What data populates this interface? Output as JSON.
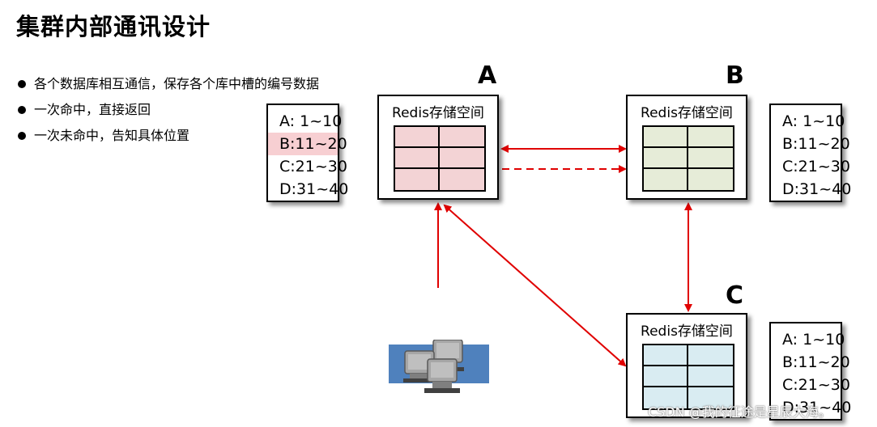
{
  "title": "集群内部通讯设计",
  "bullets": [
    "各个数据库相互通信，保存各个库中槽的编号数据",
    "一次命中，直接返回",
    "一次未命中，告知具体位置"
  ],
  "nodes": [
    {
      "letter": "A",
      "label": "Redis存储空间",
      "fill": "#f3d3d5"
    },
    {
      "letter": "B",
      "label": "Redis存储空间",
      "fill": "#e6ecd8"
    },
    {
      "letter": "C",
      "label": "Redis存储空间",
      "fill": "#d9ecf2"
    }
  ],
  "slot_tables": [
    {
      "rows": [
        "A:  1~10",
        "B:11~20",
        "C:21~30",
        "D:31~40"
      ],
      "highlight_index": 1
    },
    {
      "rows": [
        "A:  1~10",
        "B:11~20",
        "C:21~30",
        "D:31~40"
      ],
      "highlight_index": -1
    },
    {
      "rows": [
        "A:  1~10",
        "B:11~20",
        "C:21~30",
        "D:31~40"
      ],
      "highlight_index": -1
    }
  ],
  "colors": {
    "arrow": "#e00000",
    "highlight": "#f7cfd2",
    "client_bg": "#4f81bd"
  },
  "watermark": "CSDN @我的征途是星辰大海。"
}
